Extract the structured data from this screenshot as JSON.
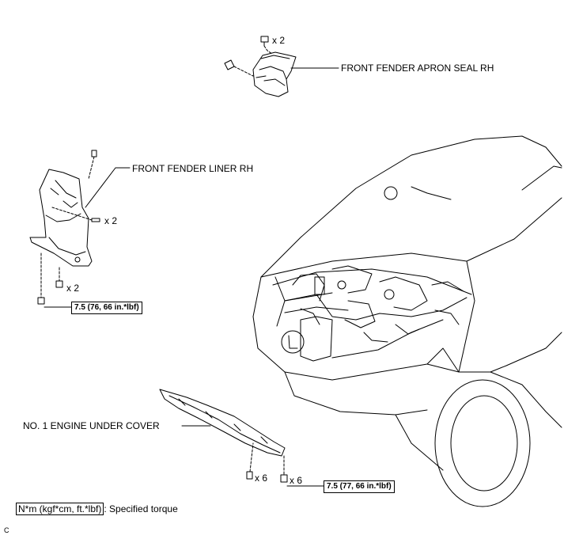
{
  "labels": {
    "apron_seal": "FRONT FENDER APRON SEAL RH",
    "fender_liner": "FRONT FENDER LINER RH",
    "under_cover": "NO. 1 ENGINE UNDER COVER"
  },
  "quantities": {
    "apron_clip": "x 2",
    "liner_screw": "x 2",
    "liner_bolt": "x 2",
    "cover_screw": "x 6",
    "cover_bolt": "x 6"
  },
  "torques": {
    "liner": "7.5 (76, 66 in.*lbf)",
    "cover": "7.5 (77, 66 in.*lbf)"
  },
  "legend": {
    "unit": "N*m (kgf*cm, ft.*lbf)",
    "text": ": Specified torque"
  },
  "code": "C"
}
